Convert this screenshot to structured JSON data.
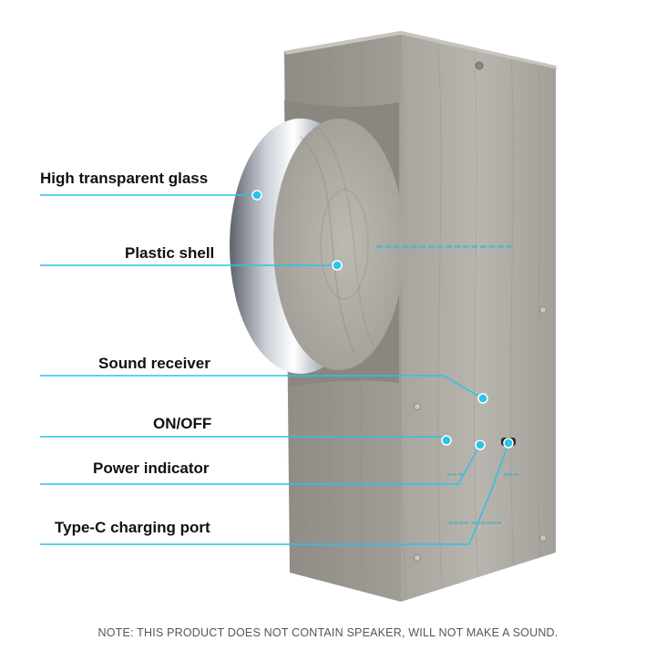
{
  "labels": {
    "glass": "High transparent glass",
    "shell": "Plastic shell",
    "sound": "Sound receiver",
    "onoff": "ON/OFF",
    "power": "Power indicator",
    "typec": "Type-C charging port"
  },
  "note": "NOTE: THIS PRODUCT DOES NOT CONTAIN SPEAKER, WILL NOT MAKE A SOUND.",
  "colors": {
    "accent": "#29c4e6",
    "wood_light": "#b9b6b0",
    "wood_mid": "#9e9b95",
    "wood_dark": "#7e7b76",
    "label_text": "#111111",
    "note_text": "#555555"
  }
}
